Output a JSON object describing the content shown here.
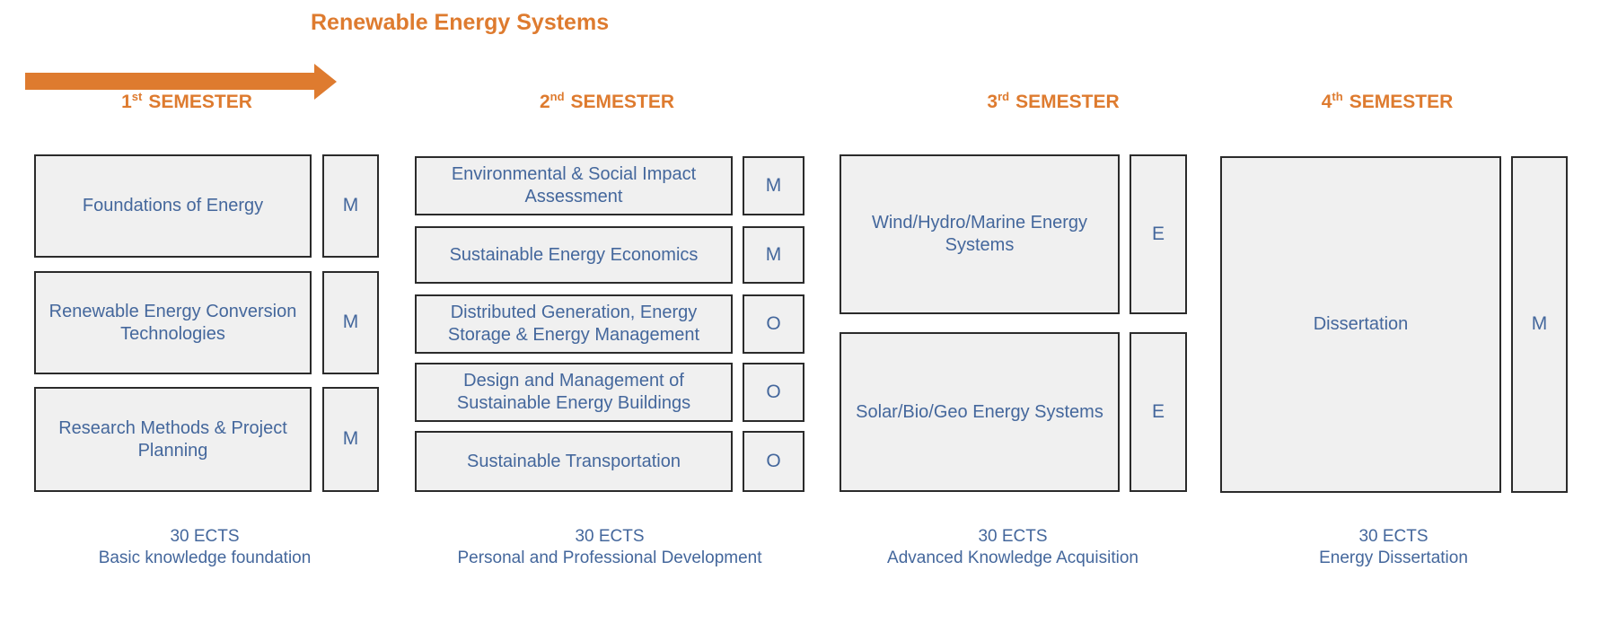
{
  "title": "Renewable Energy Systems",
  "colors": {
    "accent_orange": "#DE7B2F",
    "text_blue": "#44679C",
    "box_fill": "#F0F0F0",
    "box_border": "#2B2B2B",
    "background": "#FFFFFF"
  },
  "semesters": [
    {
      "header": {
        "number": "1",
        "ordinal": "st",
        "label": "SEMESTER"
      },
      "courses": [
        {
          "title": "Foundations of Energy",
          "type": "M"
        },
        {
          "title": "Renewable Energy Conversion Technologies",
          "type": "M"
        },
        {
          "title": "Research Methods & Project Planning",
          "type": "M"
        }
      ],
      "ects": "30 ECTS",
      "footer": "Basic knowledge foundation"
    },
    {
      "header": {
        "number": "2",
        "ordinal": "nd",
        "label": "SEMESTER"
      },
      "courses": [
        {
          "title": "Environmental & Social Impact Assessment",
          "type": "M"
        },
        {
          "title": "Sustainable Energy Economics",
          "type": "M"
        },
        {
          "title": "Distributed Generation, Energy Storage & Energy Management",
          "type": "O"
        },
        {
          "title": "Design and Management of Sustainable Energy Buildings",
          "type": "O"
        },
        {
          "title": "Sustainable Transportation",
          "type": "O"
        }
      ],
      "ects": "30 ECTS",
      "footer": "Personal and Professional Development"
    },
    {
      "header": {
        "number": "3",
        "ordinal": "rd",
        "label": "SEMESTER"
      },
      "courses": [
        {
          "title": "Wind/Hydro/Marine Energy Systems",
          "type": "E"
        },
        {
          "title": "Solar/Bio/Geo Energy Systems",
          "type": "E"
        }
      ],
      "ects": "30 ECTS",
      "footer": "Advanced Knowledge Acquisition"
    },
    {
      "header": {
        "number": "4",
        "ordinal": "th",
        "label": "SEMESTER"
      },
      "courses": [
        {
          "title": "Dissertation",
          "type": "M"
        }
      ],
      "ects": "30 ECTS",
      "footer": "Energy Dissertation"
    }
  ]
}
